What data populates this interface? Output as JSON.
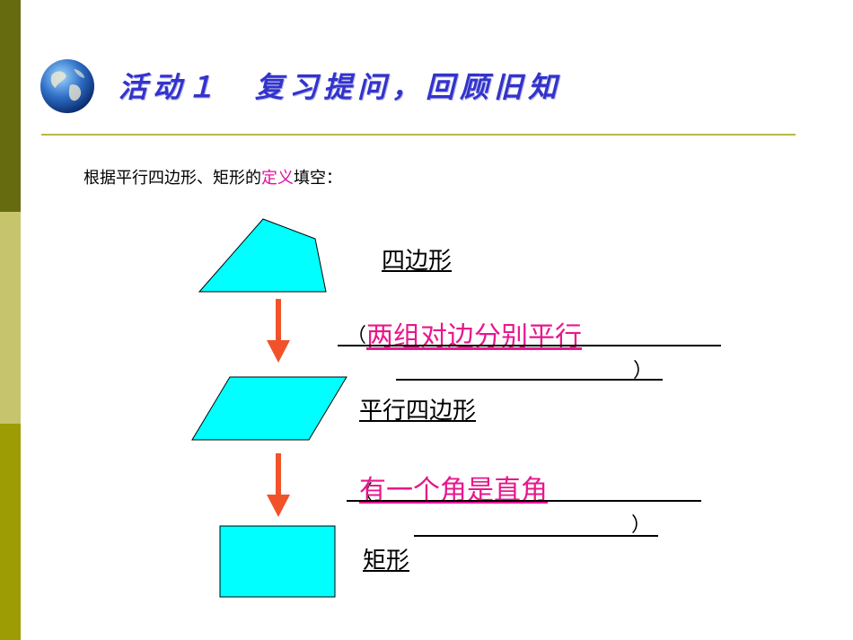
{
  "header": {
    "title": "活动１　复习提问，回顾旧知"
  },
  "intro": {
    "text_before": "根据平行四边形、矩形的",
    "highlight": "定义",
    "text_after": "填空："
  },
  "shapes": {
    "quadrilateral_label": "四边形",
    "parallelogram_label": "平行四边形",
    "rectangle_label": "矩形"
  },
  "blanks": {
    "open_paren": "（",
    "close_paren": "）",
    "answer1": "两组对边分别平行",
    "answer2": "有一个角是直角"
  },
  "colors": {
    "shape_fill": "#00ffff",
    "arrow": "#f2522a",
    "answer": "#e8178c",
    "title": "#3333cc"
  },
  "icons": {
    "globe": "globe-icon",
    "arrow": "down-arrow-icon"
  }
}
